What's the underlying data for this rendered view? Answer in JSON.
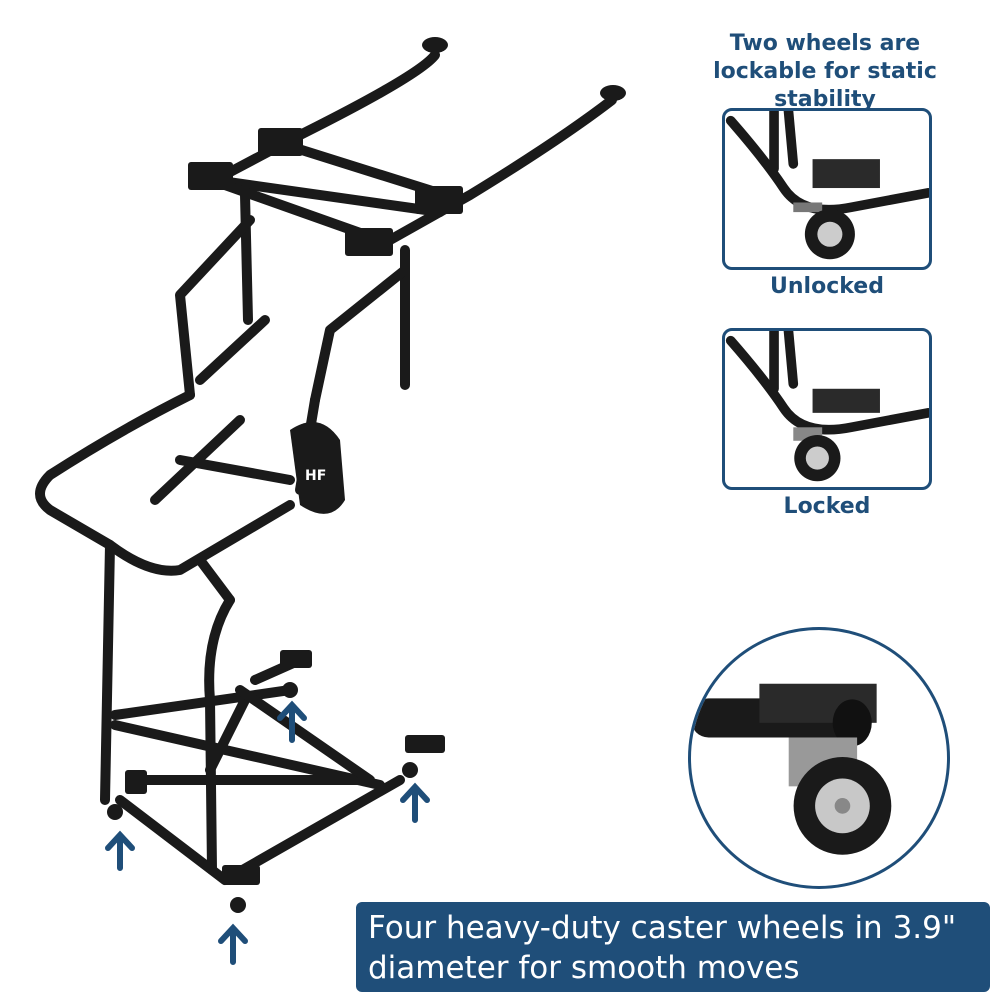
{
  "caption": {
    "line1": "Two wheels are",
    "line2": "lockable for static stability"
  },
  "insets": {
    "unlocked_label": "Unlocked",
    "locked_label": "Locked"
  },
  "brand_mark": "HF",
  "banner": {
    "line1": "Four heavy-duty caster wheels in 3.9\"",
    "line2": "diameter for smooth moves"
  },
  "colors": {
    "accent": "#1f4e79",
    "frame": "#1a1a1a",
    "background": "#ffffff"
  }
}
